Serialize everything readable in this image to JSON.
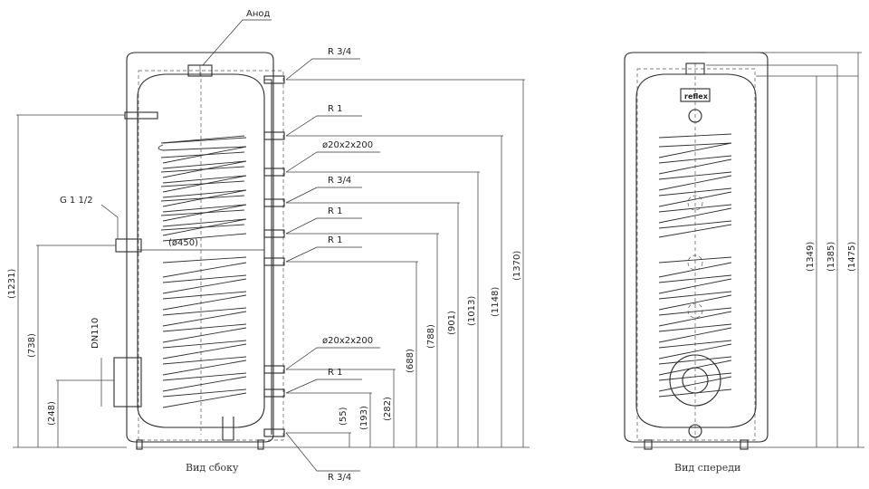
{
  "side_view": {
    "caption": "Вид сбоку",
    "anode_label": "Анод",
    "diameter_label": "(ø450)",
    "g_label": "G 1 1/2",
    "dn_label": "DN110",
    "callouts": [
      "R 3/4",
      "R 1",
      "ø20x2x200",
      "R 3/4",
      "R 1",
      "R 1",
      "ø20x2x200",
      "R 1",
      "R 3/4"
    ],
    "right_dims": [
      "(1370)",
      "(1148)",
      "(1013)",
      "(901)",
      "(788)",
      "(688)",
      "(282)",
      "(193)",
      "(55)"
    ],
    "left_dims": [
      "(1231)",
      "(738)",
      "(248)"
    ]
  },
  "front_view": {
    "caption": "Вид спереди",
    "logo": "reflex",
    "dims": [
      "(1349)",
      "(1385)",
      "(1475)"
    ]
  }
}
